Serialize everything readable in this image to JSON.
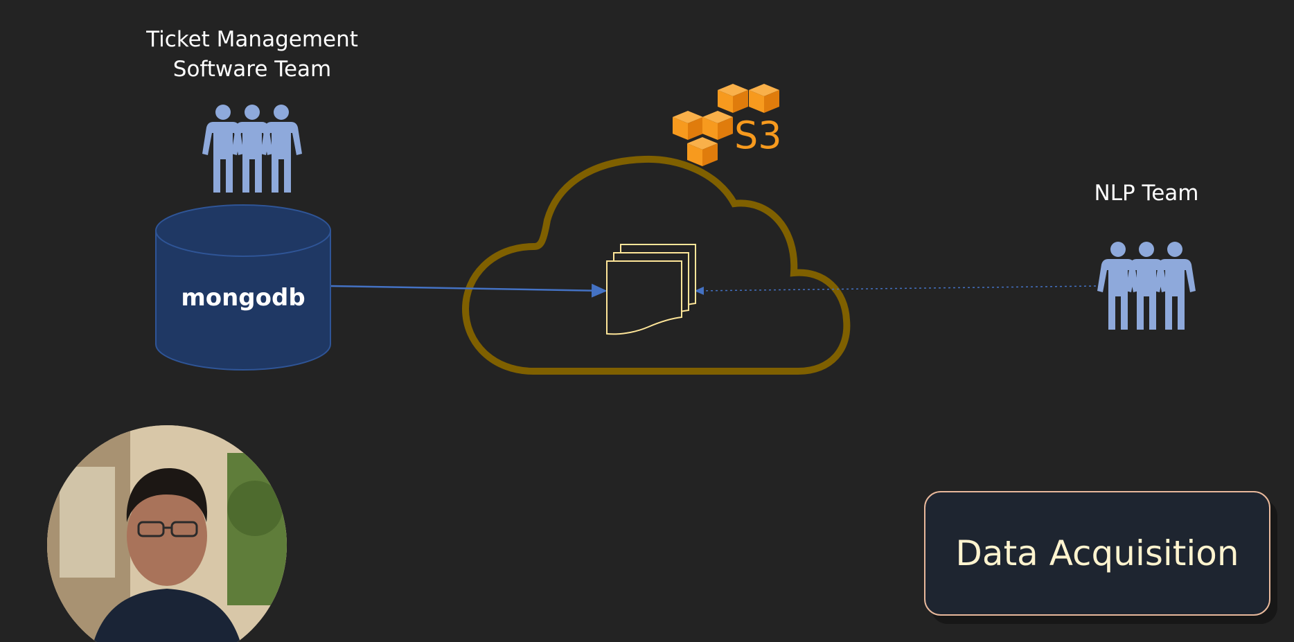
{
  "teams": {
    "ticket_team_line1": "Ticket Management",
    "ticket_team_line2": "Software Team",
    "nlp_team": "NLP Team"
  },
  "database": {
    "label": "mongodb"
  },
  "storage": {
    "label": "S3"
  },
  "stage": {
    "title": "Data Acquisition"
  },
  "colors": {
    "background": "#232323",
    "people": "#8ea9db",
    "database_fill": "#1f3864",
    "cloud_outline": "#7f6000",
    "aws_orange": "#f79a1e",
    "arrow": "#4472c4",
    "document_outline": "#ffe699",
    "box_border": "#e9b99c"
  },
  "icons": {
    "people": "people-group-icon",
    "database": "database-cylinder-icon",
    "cloud": "cloud-icon",
    "documents": "document-stack-icon",
    "s3": "aws-s3-cubes-icon"
  }
}
